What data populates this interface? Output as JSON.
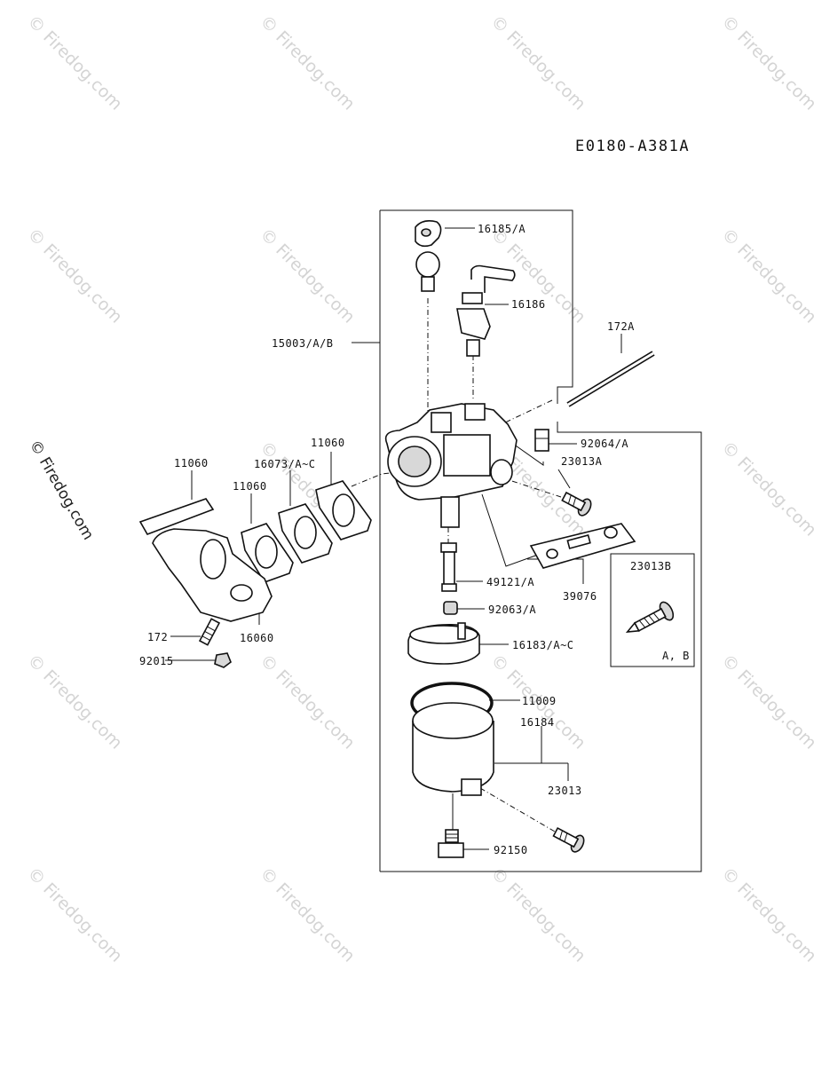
{
  "diagram": {
    "code": "E0180-A381A",
    "watermark": "© Firedog.com",
    "side_watermark": "© Firedog.com",
    "inset_label": "A, B",
    "callouts": {
      "p16185A": "16185/A",
      "p16186": "16186",
      "p15003": "15003/A/B",
      "p172A": "172A",
      "p92064": "92064/A",
      "p23013A": "23013A",
      "p11060a": "11060",
      "p16073": "16073/A~C",
      "p11060b": "11060",
      "p11060c": "11060",
      "p49121": "49121/A",
      "p39076": "39076",
      "p23013B": "23013B",
      "p92063": "92063/A",
      "p16183": "16183/A~C",
      "p172": "172",
      "p16060": "16060",
      "p92015": "92015",
      "p11009": "11009",
      "p16184": "16184",
      "p23013": "23013",
      "p92150": "92150"
    }
  }
}
